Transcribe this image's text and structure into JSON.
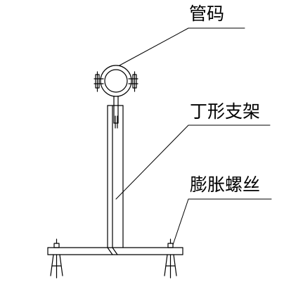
{
  "labels": {
    "pipe_clamp": "管码",
    "tee_bracket": "丁形支架",
    "expansion_bolt": "膨胀螺丝"
  },
  "colors": {
    "stroke": "#000000",
    "background": "#ffffff"
  }
}
